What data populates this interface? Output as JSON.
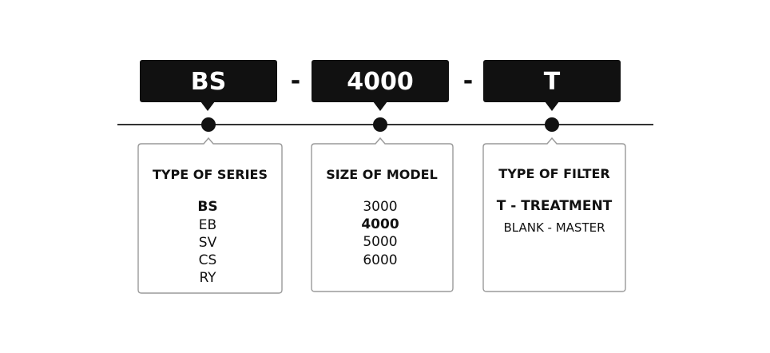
{
  "segments": [
    {
      "code": "BS",
      "title": "TYPE OF SERIES",
      "options": [
        {
          "text": "BS",
          "selected": true
        },
        {
          "text": "EB",
          "selected": false
        },
        {
          "text": "SV",
          "selected": false
        },
        {
          "text": "CS",
          "selected": false
        },
        {
          "text": "RY",
          "selected": false
        }
      ]
    },
    {
      "code": "4000",
      "title": "SIZE OF MODEL",
      "options": [
        {
          "text": "3000",
          "selected": false
        },
        {
          "text": "4000",
          "selected": true
        },
        {
          "text": "5000",
          "selected": false
        },
        {
          "text": "6000",
          "selected": false
        }
      ]
    },
    {
      "code": "T",
      "title": "TYPE OF FILTER",
      "options": [
        {
          "text": "T - TREATMENT",
          "selected": true
        },
        {
          "text": "BLANK - MASTER",
          "selected": false
        }
      ]
    }
  ],
  "separators": [
    "-",
    "-"
  ],
  "colors": {
    "code_box": "#111111",
    "code_text": "#ffffff",
    "line": "#333333",
    "card_border": "#9a9a9a"
  }
}
